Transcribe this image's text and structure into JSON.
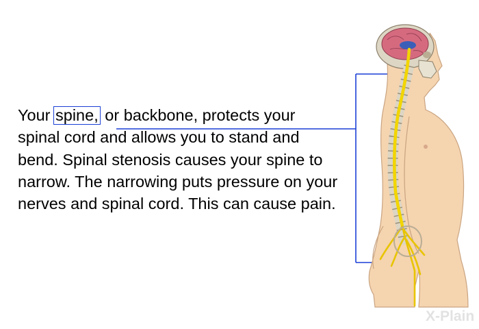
{
  "text": {
    "before": "Your ",
    "highlight": "spine,",
    "after": " or backbone, protects your spinal cord and allows you to stand and bend. Spinal stenosis causes your spine to narrow. The narrowing puts pressure on your nerves and spinal cord. This can cause pain."
  },
  "logo": "X-Plain",
  "colors": {
    "callout": "#1a3fd6",
    "skin": "#f5d4b0",
    "spinal_cord": "#f2d500",
    "bone": "#ddd6c4"
  }
}
